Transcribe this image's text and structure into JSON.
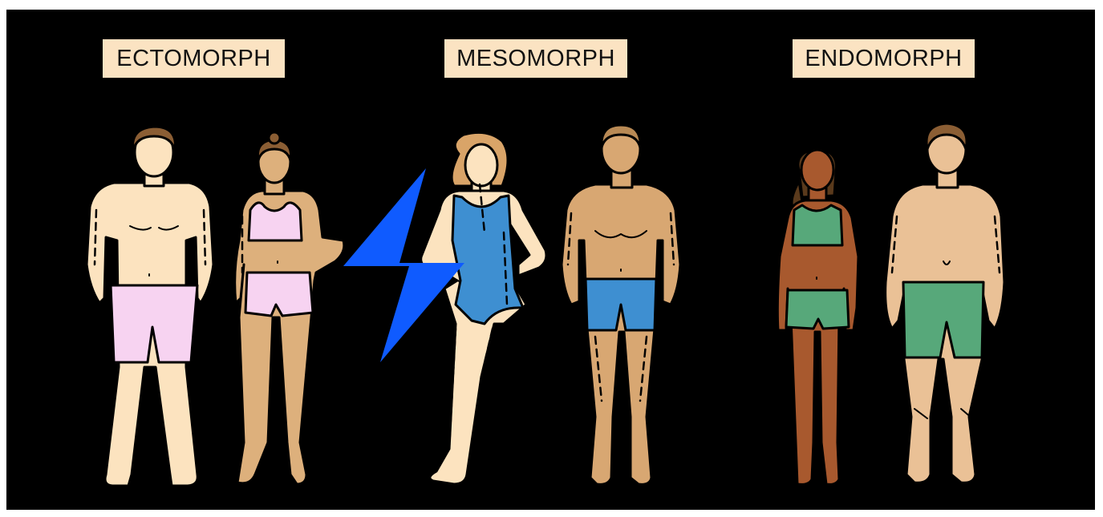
{
  "labels": {
    "ectomorph": "ECTOMORPH",
    "mesomorph": "MESOMORPH",
    "endomorph": "ENDOMORPH"
  },
  "figures": [
    {
      "group": "ectomorph",
      "sex": "male",
      "skin": "#FCE3BF",
      "hair": "#8B5E34",
      "clothing": "#F7D3F1"
    },
    {
      "group": "ectomorph",
      "sex": "female",
      "skin": "#DDB07C",
      "hair": "#8B5E34",
      "clothing": "#F7D3F1"
    },
    {
      "group": "mesomorph",
      "sex": "female",
      "skin": "#FCE3BF",
      "hair": "#D9A468",
      "clothing": "#3E8FD1"
    },
    {
      "group": "mesomorph",
      "sex": "male",
      "skin": "#D8A772",
      "hair": "#B98A55",
      "clothing": "#3E8FD1"
    },
    {
      "group": "endomorph",
      "sex": "female",
      "skin": "#A8592E",
      "hair": "#5A3A1C",
      "clothing": "#57A87A"
    },
    {
      "group": "endomorph",
      "sex": "male",
      "skin": "#EAC196",
      "hair": "#8B5E34",
      "clothing": "#57A87A"
    }
  ],
  "colors": {
    "background": "#000000",
    "label_background": "#FBE3C2",
    "logo": "#0F5BFF"
  },
  "icons": [
    "lightning-bolt-logo"
  ]
}
